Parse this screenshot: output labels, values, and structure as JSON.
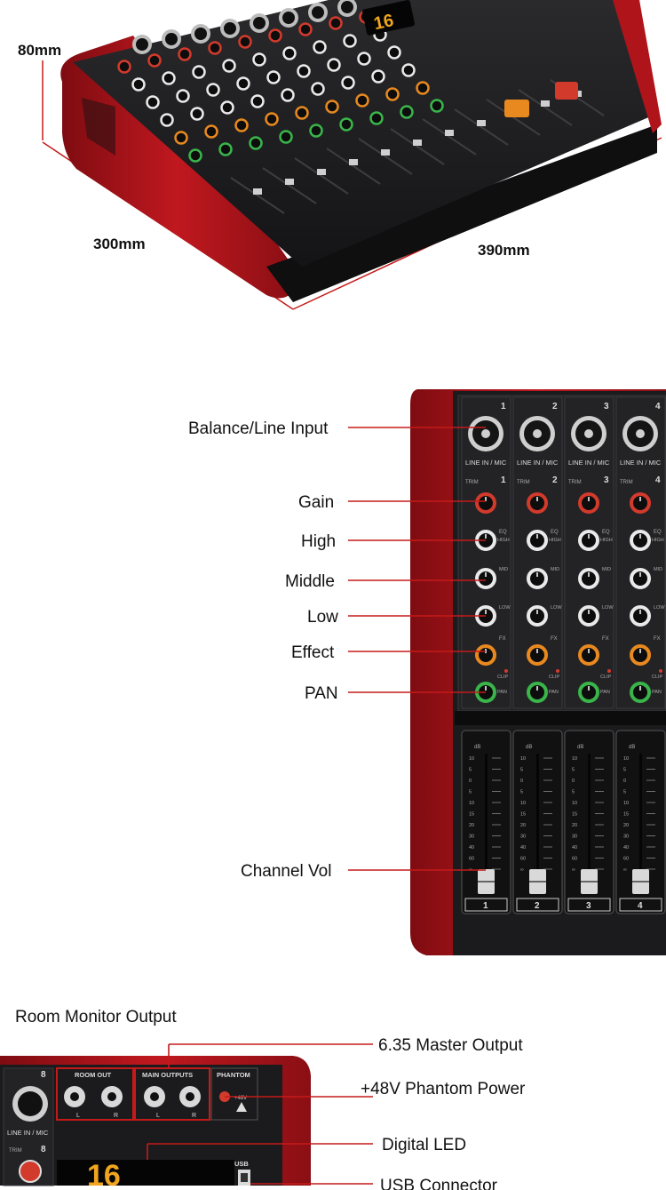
{
  "dimensions": {
    "height": "80mm",
    "depth": "300mm",
    "width": "390mm"
  },
  "channel_callouts": [
    "Balance/Line Input",
    "Gain",
    "High",
    "Middle",
    "Low",
    "Effect",
    "PAN",
    "Channel Vol"
  ],
  "io_callouts": [
    "Room Monitor Output",
    "6.35 Master Output",
    "+48V Phantom Power",
    "Digital LED",
    "USB Connector"
  ],
  "panel_text": {
    "channel_numbers": [
      "1",
      "2",
      "3",
      "4"
    ],
    "input_label": "LINE IN / MIC",
    "trim": "TRIM",
    "eq": "EQ",
    "high": "HIGH",
    "mid": "MID",
    "low": "LOW",
    "fx": "FX",
    "pan": "PAN",
    "clip": "CLIP",
    "db": "dB",
    "fader_scale": [
      "10",
      "5",
      "0",
      "5",
      "10",
      "15",
      "20",
      "30",
      "40",
      "60",
      "∞"
    ],
    "room_out": "ROOM OUT",
    "main_outputs": "MAIN OUTPUTS",
    "phantom": "PHANTOM",
    "phantom_voltage": "+48V",
    "usb": "USB",
    "led_display": "16",
    "channel_8": "8",
    "left": "L",
    "right": "R"
  },
  "colors": {
    "chassis_red": "#b0141b",
    "panel_black": "#1b1b1d",
    "callout_red": "#c51a1a",
    "knob_red": "#d23a2c",
    "knob_orange": "#e8891f",
    "knob_green": "#39b54a",
    "led_amber": "#f0a51e"
  }
}
